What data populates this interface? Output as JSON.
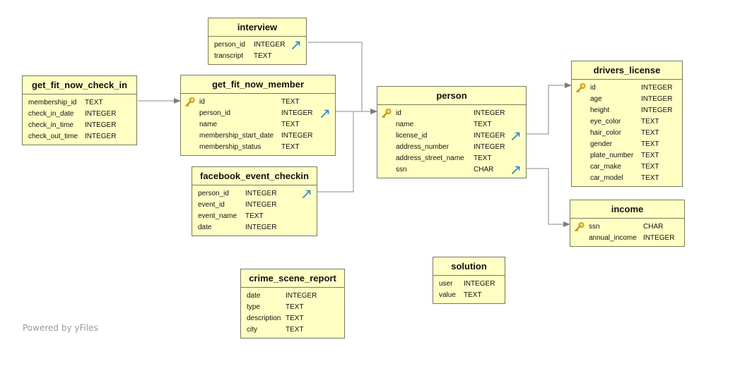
{
  "tables": [
    {
      "id": "interview",
      "name": "interview",
      "columns": [
        {
          "name": "person_id",
          "type": "INTEGER",
          "fk": true
        },
        {
          "name": "transcript",
          "type": "TEXT"
        }
      ]
    },
    {
      "id": "get_fit_now_check_in",
      "name": "get_fit_now_check_in",
      "columns": [
        {
          "name": "membership_id",
          "type": "TEXT"
        },
        {
          "name": "check_in_date",
          "type": "INTEGER"
        },
        {
          "name": "check_in_time",
          "type": "INTEGER"
        },
        {
          "name": "check_out_time",
          "type": "INTEGER"
        }
      ]
    },
    {
      "id": "get_fit_now_member",
      "name": "get_fit_now_member",
      "columns": [
        {
          "name": "id",
          "type": "TEXT",
          "pk": true
        },
        {
          "name": "person_id",
          "type": "INTEGER",
          "fk": true
        },
        {
          "name": "name",
          "type": "TEXT"
        },
        {
          "name": "membership_start_date",
          "type": "INTEGER"
        },
        {
          "name": "membership_status",
          "type": "TEXT"
        }
      ]
    },
    {
      "id": "person",
      "name": "person",
      "columns": [
        {
          "name": "id",
          "type": "INTEGER",
          "pk": true
        },
        {
          "name": "name",
          "type": "TEXT"
        },
        {
          "name": "license_id",
          "type": "INTEGER",
          "fk": true
        },
        {
          "name": "address_number",
          "type": "INTEGER"
        },
        {
          "name": "address_street_name",
          "type": "TEXT"
        },
        {
          "name": "ssn",
          "type": "CHAR",
          "fk": true
        }
      ]
    },
    {
      "id": "drivers_license",
      "name": "drivers_license",
      "columns": [
        {
          "name": "id",
          "type": "INTEGER",
          "pk": true
        },
        {
          "name": "age",
          "type": "INTEGER"
        },
        {
          "name": "height",
          "type": "INTEGER"
        },
        {
          "name": "eye_color",
          "type": "TEXT"
        },
        {
          "name": "hair_color",
          "type": "TEXT"
        },
        {
          "name": "gender",
          "type": "TEXT"
        },
        {
          "name": "plate_number",
          "type": "TEXT"
        },
        {
          "name": "car_make",
          "type": "TEXT"
        },
        {
          "name": "car_model",
          "type": "TEXT"
        }
      ]
    },
    {
      "id": "facebook_event_checkin",
      "name": "facebook_event_checkin",
      "columns": [
        {
          "name": "person_id",
          "type": "INTEGER",
          "fk": true
        },
        {
          "name": "event_id",
          "type": "INTEGER"
        },
        {
          "name": "event_name",
          "type": "TEXT"
        },
        {
          "name": "date",
          "type": "INTEGER"
        }
      ]
    },
    {
      "id": "income",
      "name": "income",
      "columns": [
        {
          "name": "ssn",
          "type": "CHAR",
          "pk": true
        },
        {
          "name": "annual_income",
          "type": "INTEGER"
        }
      ]
    },
    {
      "id": "solution",
      "name": "solution",
      "columns": [
        {
          "name": "user",
          "type": "INTEGER"
        },
        {
          "name": "value",
          "type": "TEXT"
        }
      ]
    },
    {
      "id": "crime_scene_report",
      "name": "crime_scene_report",
      "columns": [
        {
          "name": "date",
          "type": "INTEGER"
        },
        {
          "name": "type",
          "type": "TEXT"
        },
        {
          "name": "description",
          "type": "TEXT"
        },
        {
          "name": "city",
          "type": "TEXT"
        }
      ]
    }
  ],
  "footer": {
    "text": "Powered by yFiles"
  },
  "colors": {
    "table_fill": "#ffffc4",
    "table_border": "#7a7a5a",
    "key_icon": "#e8b931",
    "link_icon": "#2b8ad6",
    "edge": "#8a8a8a"
  }
}
